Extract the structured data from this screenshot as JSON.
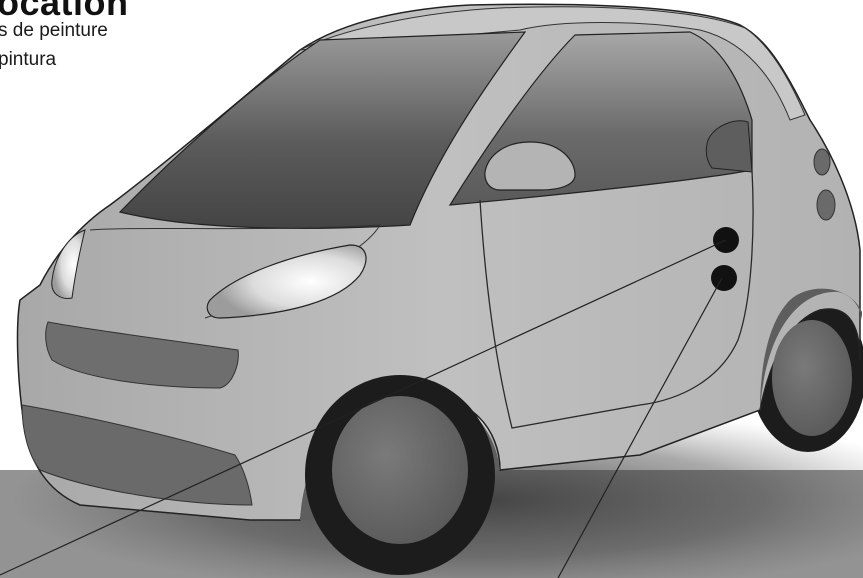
{
  "header": {
    "title": "ocation",
    "subtitle_fr": "s de peinture",
    "subtitle_es": "pintura"
  },
  "colors": {
    "background": "#ffffff",
    "body": "#b5b5b5",
    "dark_panel": "#6e6e6e",
    "tire": "#1c1c1c",
    "marker": "#111111"
  }
}
